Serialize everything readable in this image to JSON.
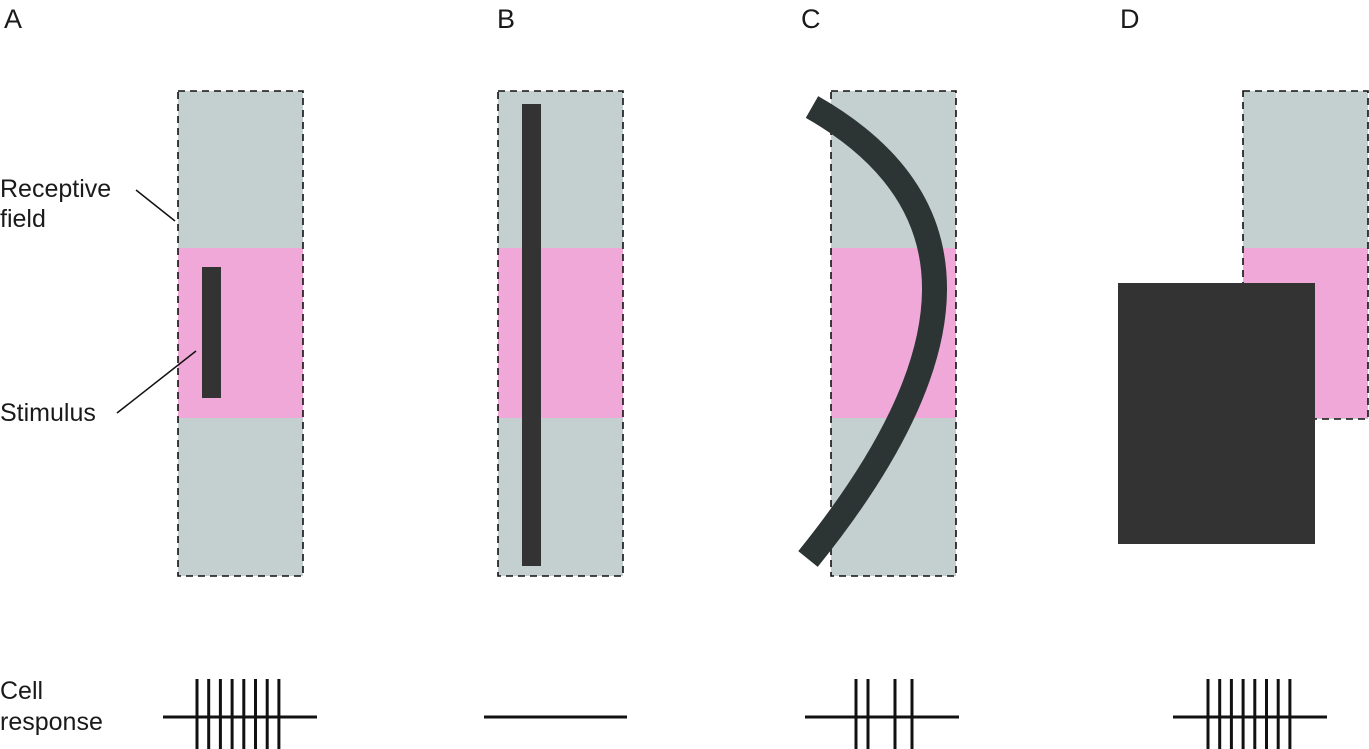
{
  "panels": [
    {
      "letter": "A",
      "response_spikes": 8
    },
    {
      "letter": "B",
      "response_spikes": 0
    },
    {
      "letter": "C",
      "response_spikes": 4
    },
    {
      "letter": "D",
      "response_spikes": 8
    }
  ],
  "labels": {
    "receptive_line1": "Receptive",
    "receptive_line2": "field",
    "stimulus": "Stimulus",
    "response_line1": "Cell",
    "response_line2": "response"
  },
  "colors": {
    "field_surround": "#c4d0cf",
    "field_center": "#f0a8d8",
    "stimulus": "#333333",
    "stimulus_curve": "#2c3434",
    "line": "#111111"
  }
}
